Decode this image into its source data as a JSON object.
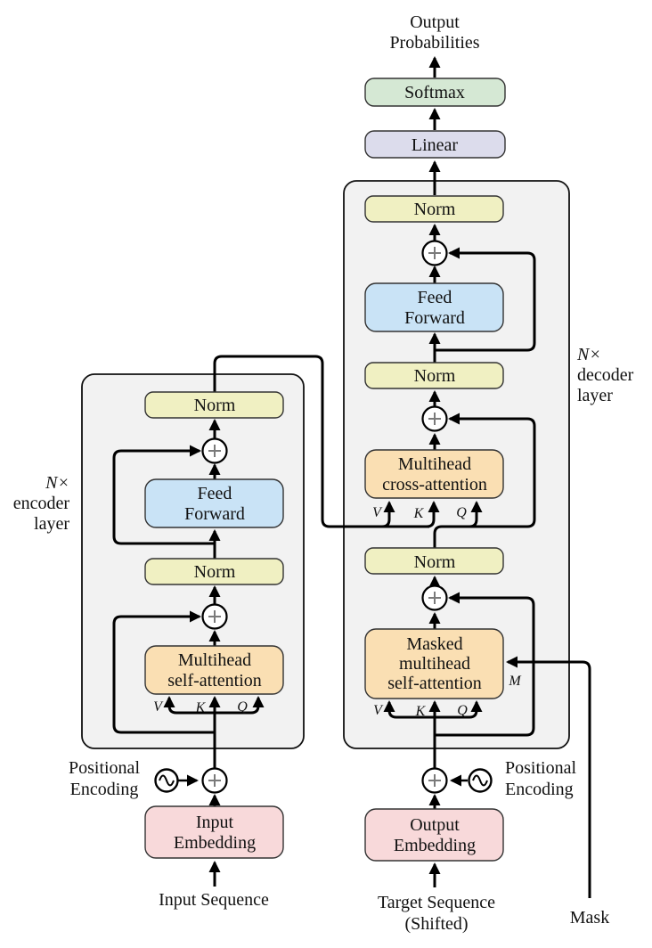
{
  "colors": {
    "container_fill": "#f2f2f2",
    "softmax": "#d5e8d4",
    "linear": "#dcdcec",
    "norm": "#f0f0c2",
    "feed_forward": "#c9e3f6",
    "attention": "#fadfb3",
    "embedding": "#f8d9da",
    "line": "#000000"
  },
  "outputs": {
    "line1": "Output",
    "line2": "Probabilities"
  },
  "blocks": {
    "softmax": "Softmax",
    "linear": "Linear",
    "norm": "Norm",
    "feed_forward": {
      "line1": "Feed",
      "line2": "Forward"
    },
    "cross_attention": {
      "line1": "Multihead",
      "line2": "cross-attention"
    },
    "masked_attention": {
      "line1": "Masked",
      "line2": "multihead",
      "line3": "self-attention"
    },
    "self_attention": {
      "line1": "Multihead",
      "line2": "self-attention"
    },
    "input_embedding": {
      "line1": "Input",
      "line2": "Embedding"
    },
    "output_embedding": {
      "line1": "Output",
      "line2": "Embedding"
    }
  },
  "ports": {
    "v": "V",
    "k": "K",
    "q": "Q",
    "m": "M"
  },
  "annotations": {
    "encoder_layer": {
      "line1": "N×",
      "line2": "encoder",
      "line3": "layer"
    },
    "decoder_layer": {
      "line1": "N×",
      "line2": "decoder",
      "line3": "layer"
    },
    "positional_encoding": {
      "line1": "Positional",
      "line2": "Encoding"
    },
    "input_sequence": "Input Sequence",
    "target_sequence": {
      "line1": "Target Sequence",
      "line2": "(Shifted)"
    },
    "mask": "Mask"
  },
  "icons": {
    "add_icon": "⊕",
    "positional_encoding_icon": "∿"
  }
}
